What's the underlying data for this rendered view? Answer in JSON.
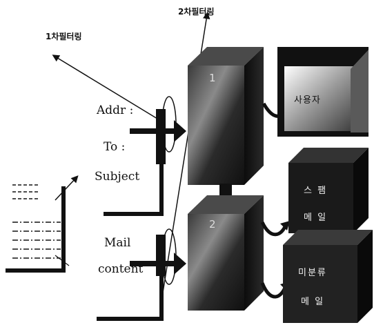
{
  "labels": {
    "filter_1": "1차필터링",
    "filter_2": "2차필터링",
    "addr": "Addr :",
    "to": "To :",
    "subject": "Subject",
    "mail": "Mail",
    "content": "content",
    "server_1_num": "1",
    "server_2_num": "2",
    "box_user": "사용자",
    "box_spam_1": "스 팸",
    "box_spam_2": "메 일",
    "box_unclassified_1": "미분류",
    "box_unclassified_2": "메 일"
  },
  "colors": {
    "ink": "#111111",
    "box_dark": "#1a1a1a",
    "paper": "#ffffff"
  }
}
